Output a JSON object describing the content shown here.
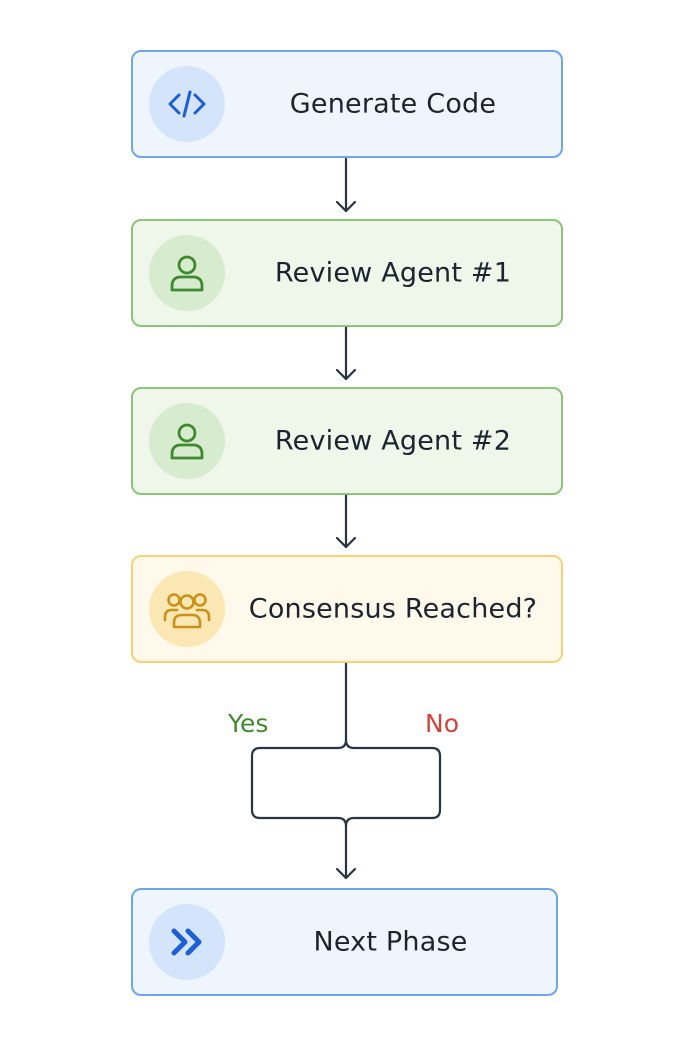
{
  "nodes": {
    "generate_code": {
      "label": "Generate Code",
      "icon": "code-icon"
    },
    "review_agent_1": {
      "label": "Review Agent #1",
      "icon": "user-icon"
    },
    "review_agent_2": {
      "label": "Review Agent #2",
      "icon": "user-icon"
    },
    "consensus": {
      "label": "Consensus Reached?",
      "icon": "group-icon"
    },
    "next_phase": {
      "label": "Next Phase",
      "icon": "double-chevron-right-icon"
    }
  },
  "branches": {
    "yes_label": "Yes",
    "no_label": "No"
  },
  "colors": {
    "blue_accent": "#1e5fd1",
    "green_accent": "#3f8a2e",
    "yellow_accent": "#c9911a",
    "yes_color": "#3f8a2e",
    "no_color": "#d0453b",
    "connector": "#2b3340"
  }
}
